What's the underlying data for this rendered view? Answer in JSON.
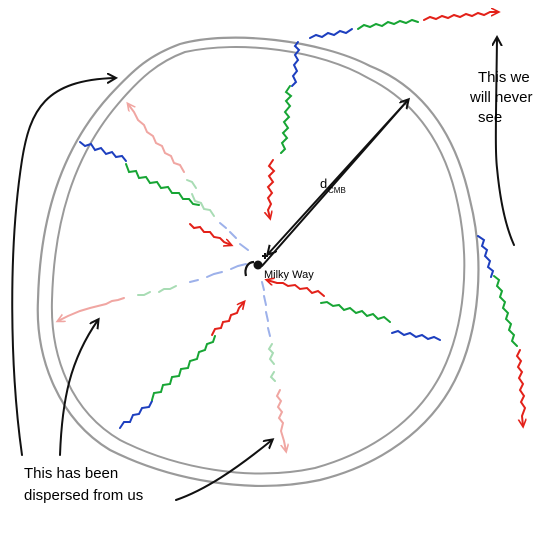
{
  "labels": {
    "never_see": [
      "This we",
      "will never",
      "see"
    ],
    "dcmb_main": "d",
    "dcmb_sub": "CMB",
    "milky_way": "Milky Way",
    "dispersed": [
      "This has been",
      "dispersed from us"
    ]
  },
  "colors": {
    "circle": "#9a9a9a",
    "blue": "#1d3fbf",
    "green": "#17a534",
    "red": "#e32119",
    "ink": "#111111"
  }
}
